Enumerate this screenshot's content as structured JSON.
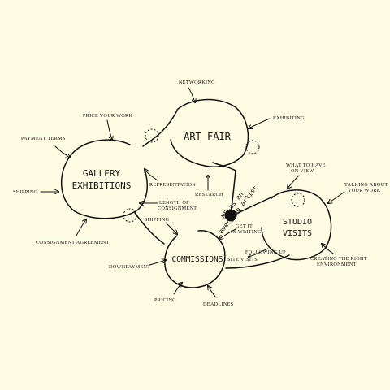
{
  "nodes": {
    "art_fair": "ART FAIR",
    "gallery_line1": "GALLERY",
    "gallery_line2": "EXHIBITIONS",
    "studio_line1": "STUDIO",
    "studio_line2": "VISITS",
    "commissions": "COMMISSIONS"
  },
  "center_label": {
    "line1": "ME as an",
    "line2": "emerging artist"
  },
  "labels": {
    "networking": "NETWORKING",
    "exhibiting": "EXHIBITING",
    "price_your_work": "PRICE YOUR WORK",
    "payment_terms": "PAYMENT TERMS",
    "shipping_left": "SHIPPING",
    "consignment_agreement": "CONSIGNMENT AGREEMENT",
    "representation": "REPRESENTATION",
    "length_line1": "LENGTH OF",
    "length_line2": "CONSIGNMENT",
    "research": "RESEARCH",
    "shipping_mid": "SHIPPING",
    "get_it_line1": "GET IT",
    "get_it_line2": "IN WRITING",
    "what_to_have_line1": "WHAT TO HAVE",
    "what_to_have_line2": "ON VIEW",
    "talking_line1": "TALKING ABOUT",
    "talking_line2": "YOUR WORK",
    "following_line1": "FOLLOWING UP",
    "following_line2": "SITE VISITS",
    "creating_line1": "CREATING THE RIGHT",
    "creating_line2": "ENVIRONMENT",
    "downpayment": "DOWNPAYMENT",
    "pricing": "PRICING",
    "deadlines": "DEADLINES"
  },
  "colors": {
    "background": "#fefde3",
    "ink": "#111111"
  }
}
